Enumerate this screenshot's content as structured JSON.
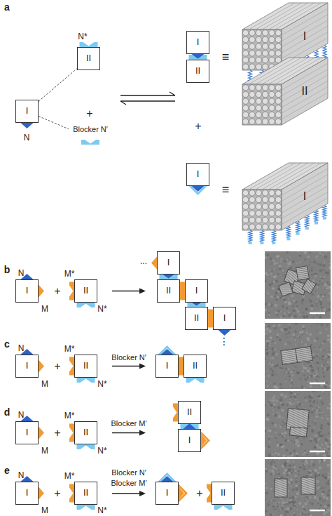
{
  "diagram": {
    "nodes": [
      {
        "text": [
          "I"
        ]
      },
      {
        "text": [
          "II"
        ]
      },
      {
        "text": [
          "Blocker N′"
        ]
      },
      {
        "text": [
          "I"
        ]
      },
      {
        "text": [
          "II"
        ]
      },
      {
        "text": [
          "I"
        ]
      },
      {
        "text": [
          "II"
        ]
      },
      {
        "text": [
          "I"
        ]
      },
      {
        "text": [
          "I"
        ]
      },
      {
        "text": [
          "I"
        ]
      },
      {
        "text": [
          "II"
        ]
      },
      {
        "text": [
          "I"
        ]
      },
      {
        "text": [
          "II"
        ]
      },
      {
        "text": [
          "I"
        ]
      },
      {
        "text": [
          "II"
        ]
      },
      {
        "text": [
          "I"
        ]
      },
      {
        "text": [
          "I"
        ]
      },
      {
        "text": [
          "II"
        ]
      },
      {
        "text": [
          "I"
        ]
      },
      {
        "text": [
          "II"
        ]
      },
      {
        "text": [
          "I"
        ]
      },
      {
        "text": [
          "II"
        ]
      },
      {
        "text": [
          "II"
        ]
      },
      {
        "text": [
          "I"
        ]
      },
      {
        "text": [
          "I"
        ]
      },
      {
        "text": [
          "II"
        ]
      },
      {
        "text": [
          "I"
        ]
      },
      {
        "text": [
          "II"
        ]
      }
    ],
    "edges": [
      {
        "from": 0,
        "to": 1,
        "arrow": "none"
      },
      {
        "from": 0,
        "to": 2,
        "arrow": "none"
      }
    ],
    "labels": [
      "a",
      "N",
      "N*",
      "+",
      "+",
      "≡",
      "≡",
      "b",
      "N",
      "M",
      "+",
      "M*",
      "N*",
      "...",
      "⋮",
      "c",
      "N",
      "M",
      "+",
      "M*",
      "N*",
      "Blocker N′",
      "d",
      "N",
      "M",
      "+",
      "M*",
      "N*",
      "Blocker M′",
      "e",
      "N",
      "M",
      "+",
      "M*",
      "N*",
      "Blocker N′",
      "Blocker M′",
      "+"
    ]
  }
}
